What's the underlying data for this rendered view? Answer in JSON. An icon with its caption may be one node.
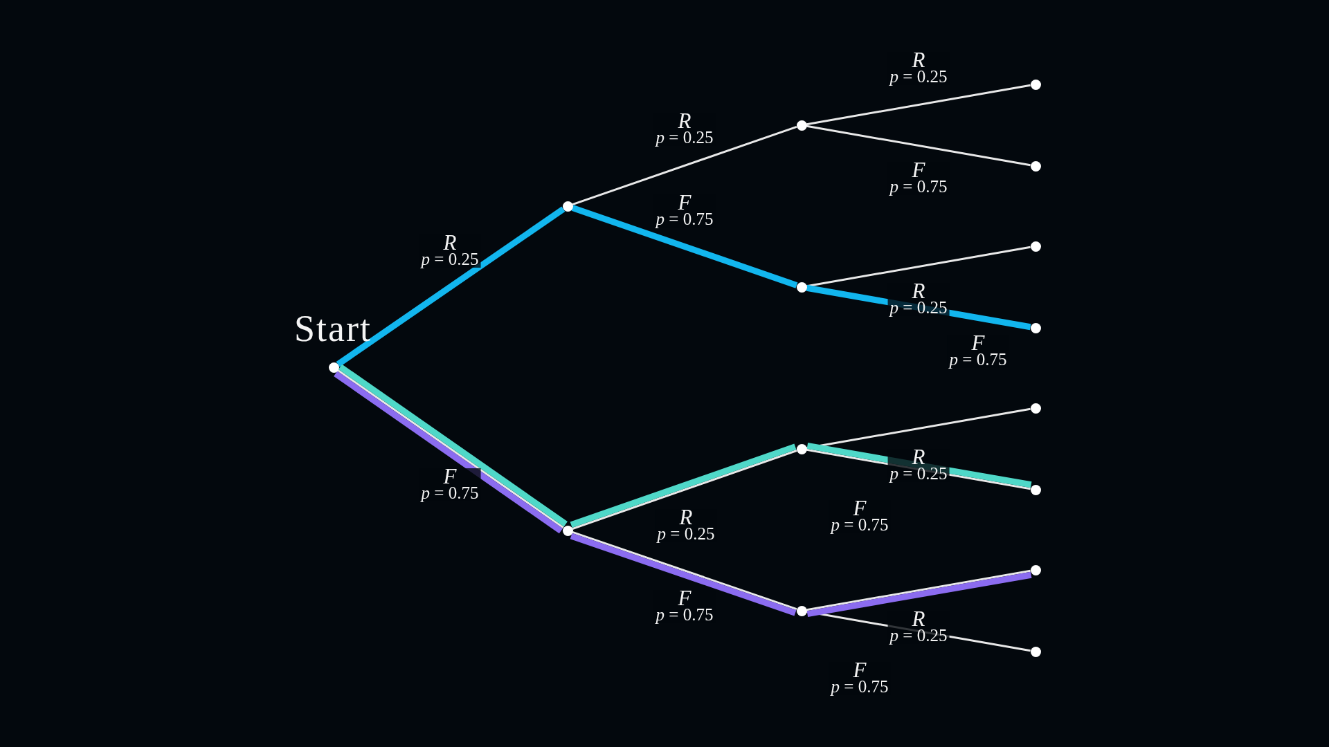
{
  "diagram": {
    "nodes": [
      {
        "text": [],
        "shape": "circle",
        "beside": [
          "Start"
        ]
      },
      {
        "text": [],
        "shape": "circle"
      },
      {
        "text": [],
        "shape": "circle"
      },
      {
        "text": [],
        "shape": "circle"
      },
      {
        "text": [],
        "shape": "circle"
      },
      {
        "text": [],
        "shape": "circle"
      },
      {
        "text": [],
        "shape": "circle"
      },
      {
        "text": [],
        "shape": "circle"
      },
      {
        "text": [],
        "shape": "circle"
      },
      {
        "text": [],
        "shape": "circle"
      },
      {
        "text": [],
        "shape": "circle"
      },
      {
        "text": [],
        "shape": "circle"
      },
      {
        "text": [],
        "shape": "circle"
      },
      {
        "text": [],
        "shape": "circle"
      },
      {
        "text": [],
        "shape": "circle"
      }
    ],
    "edges": [
      {
        "from": 0,
        "to": 1,
        "arrow": "none",
        "label": "*R* *p* = 0.25",
        "style": "thick",
        "color": "#12b6ee"
      },
      {
        "from": 0,
        "to": 2,
        "arrow": "none",
        "label": "*F* *p* = 0.75"
      },
      {
        "from": 0,
        "to": 2,
        "arrow": "none",
        "style": "thick",
        "color": "#4fd8c8"
      },
      {
        "from": 0,
        "to": 2,
        "arrow": "none",
        "style": "thick",
        "color": "#8b6cf0"
      },
      {
        "from": 1,
        "to": 3,
        "arrow": "none",
        "label": "*R* *p* = 0.25"
      },
      {
        "from": 1,
        "to": 4,
        "arrow": "none",
        "label": "*F* *p* = 0.75",
        "style": "thick",
        "color": "#12b6ee"
      },
      {
        "from": 2,
        "to": 5,
        "arrow": "none",
        "label": "*R* *p* = 0.25"
      },
      {
        "from": 2,
        "to": 5,
        "arrow": "none",
        "style": "thick",
        "color": "#4fd8c8"
      },
      {
        "from": 2,
        "to": 6,
        "arrow": "none",
        "label": "*F* *p* = 0.75"
      },
      {
        "from": 2,
        "to": 6,
        "arrow": "none",
        "style": "thick",
        "color": "#8b6cf0"
      },
      {
        "from": 3,
        "to": 7,
        "arrow": "none",
        "label": "*R* *p* = 0.25"
      },
      {
        "from": 3,
        "to": 8,
        "arrow": "none",
        "label": "*F* *p* = 0.75"
      },
      {
        "from": 4,
        "to": 9,
        "arrow": "none",
        "label": "*R* *p* = 0.25"
      },
      {
        "from": 4,
        "to": 10,
        "arrow": "none",
        "label": "*F* *p* = 0.75",
        "style": "thick",
        "color": "#12b6ee"
      },
      {
        "from": 5,
        "to": 11,
        "arrow": "none",
        "label": "*R* *p* = 0.25"
      },
      {
        "from": 5,
        "to": 12,
        "arrow": "none",
        "label": "*F* *p* = 0.75"
      },
      {
        "from": 5,
        "to": 12,
        "arrow": "none",
        "style": "thick",
        "color": "#4fd8c8"
      },
      {
        "from": 6,
        "to": 13,
        "arrow": "none",
        "label": "*R* *p* = 0.25"
      },
      {
        "from": 6,
        "to": 13,
        "arrow": "none",
        "style": "thick",
        "color": "#8b6cf0"
      },
      {
        "from": 6,
        "to": 14,
        "arrow": "none",
        "label": "*F* *p* = 0.75"
      }
    ]
  }
}
